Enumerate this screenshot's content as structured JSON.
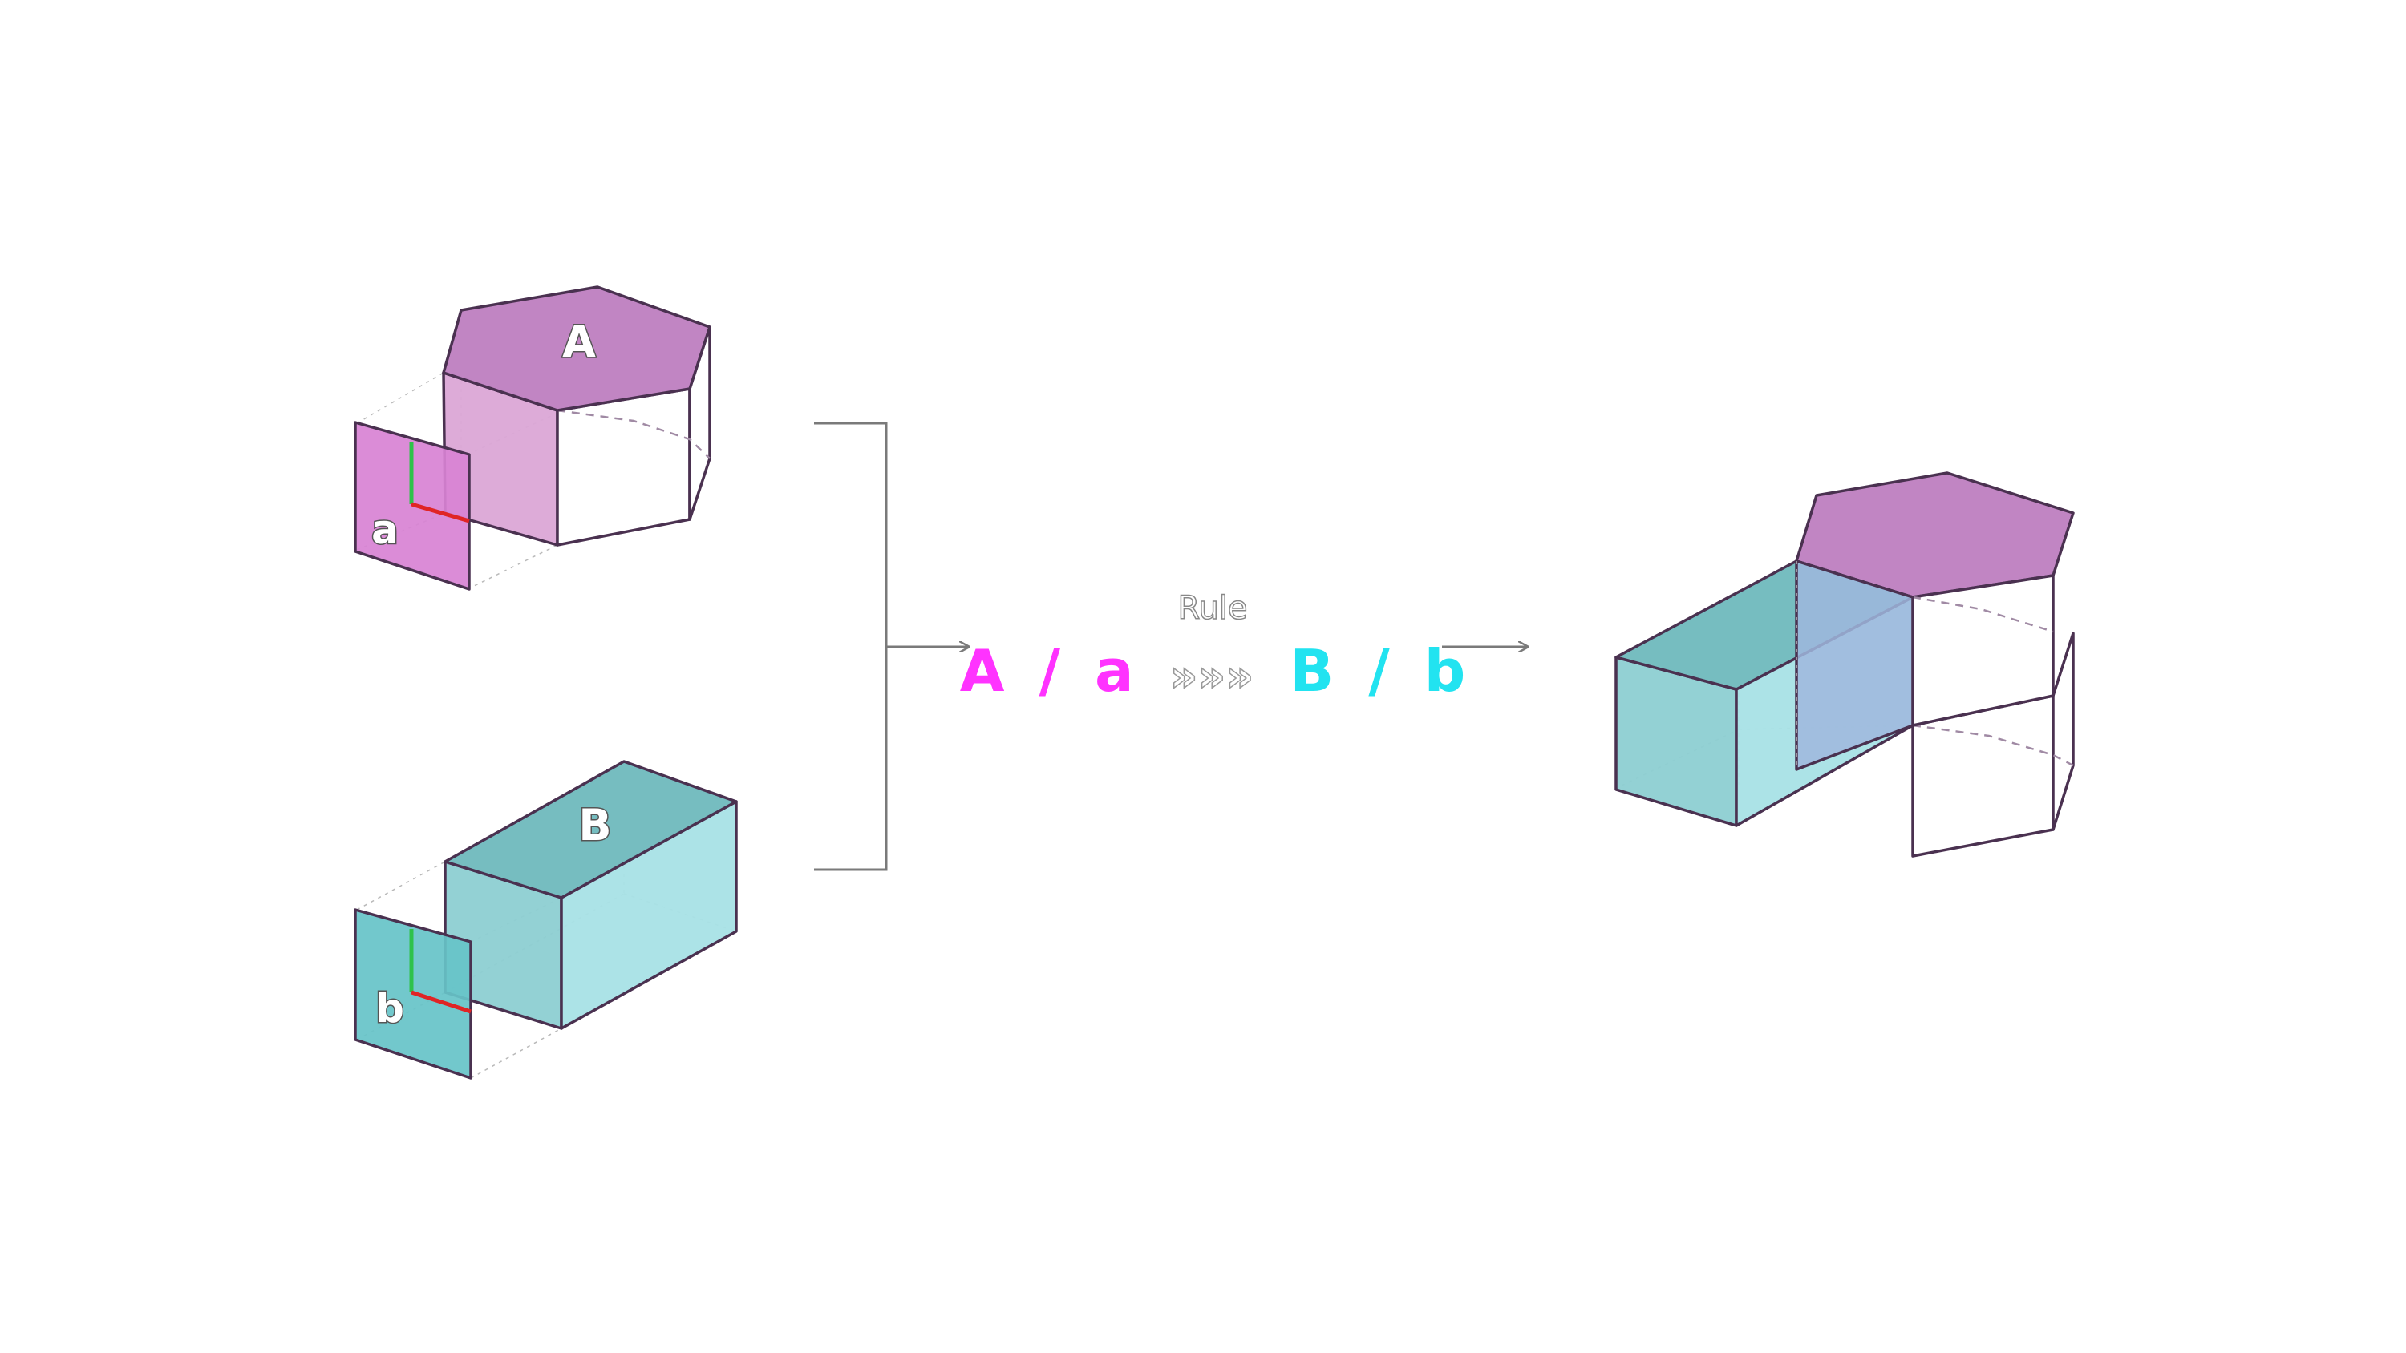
{
  "colors": {
    "magenta": "#ff33ff",
    "cyan": "#22e3f0",
    "hex_top": "#c185c3",
    "hex_side": "#dba6d6",
    "plane_a": "#d882d4",
    "box_top": "#76bdc0",
    "box_side": "#8dcfd2",
    "box_front": "#a8e2e6",
    "plane_b": "#66c3c8",
    "overlap": "#9fb7dd"
  },
  "inputs": {
    "shape_a": {
      "label": "A",
      "plane_label": "a"
    },
    "shape_b": {
      "label": "B",
      "plane_label": "b"
    }
  },
  "rule": {
    "title": "Rule",
    "lhs_shape": "A",
    "lhs_sep": "/",
    "lhs_plane": "a",
    "arrow": "»»»",
    "rhs_shape": "B",
    "rhs_sep": "/",
    "rhs_plane": "b"
  }
}
